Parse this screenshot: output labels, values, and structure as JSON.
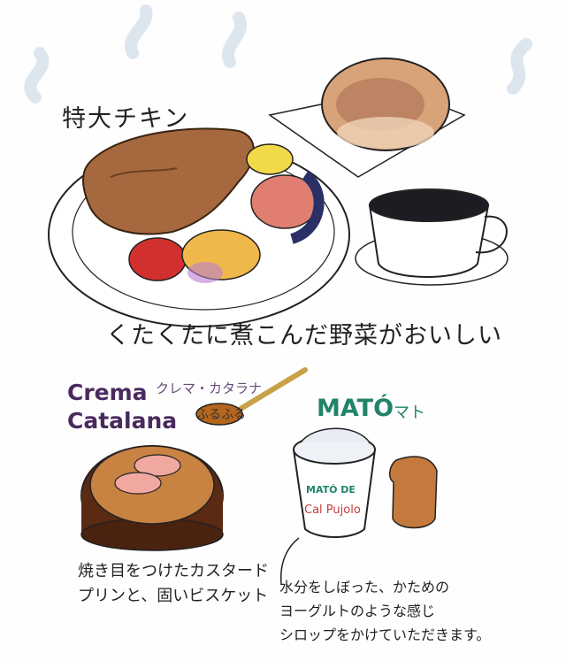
{
  "illustration": {
    "chicken_title": "特大チキン",
    "stew_caption": "くたくたに煮こんだ野菜がおいしい",
    "crema_catalana": {
      "name_en": "Crema\nCatalana",
      "name_jp": "クレマ・カタラナ",
      "spoon_note": "ふるふる",
      "description": "焼き目をつけたカスタード\nプリンと、固いビスケット"
    },
    "mato": {
      "name_en": "MATÓ",
      "name_jp": "マト",
      "cup_brand": "MATÓ DE",
      "cup_origin": "Cal Pujolo",
      "description": "水分をしぼった、かための\nヨーグルトのような感じ\nシロップをかけていただきます。"
    }
  }
}
